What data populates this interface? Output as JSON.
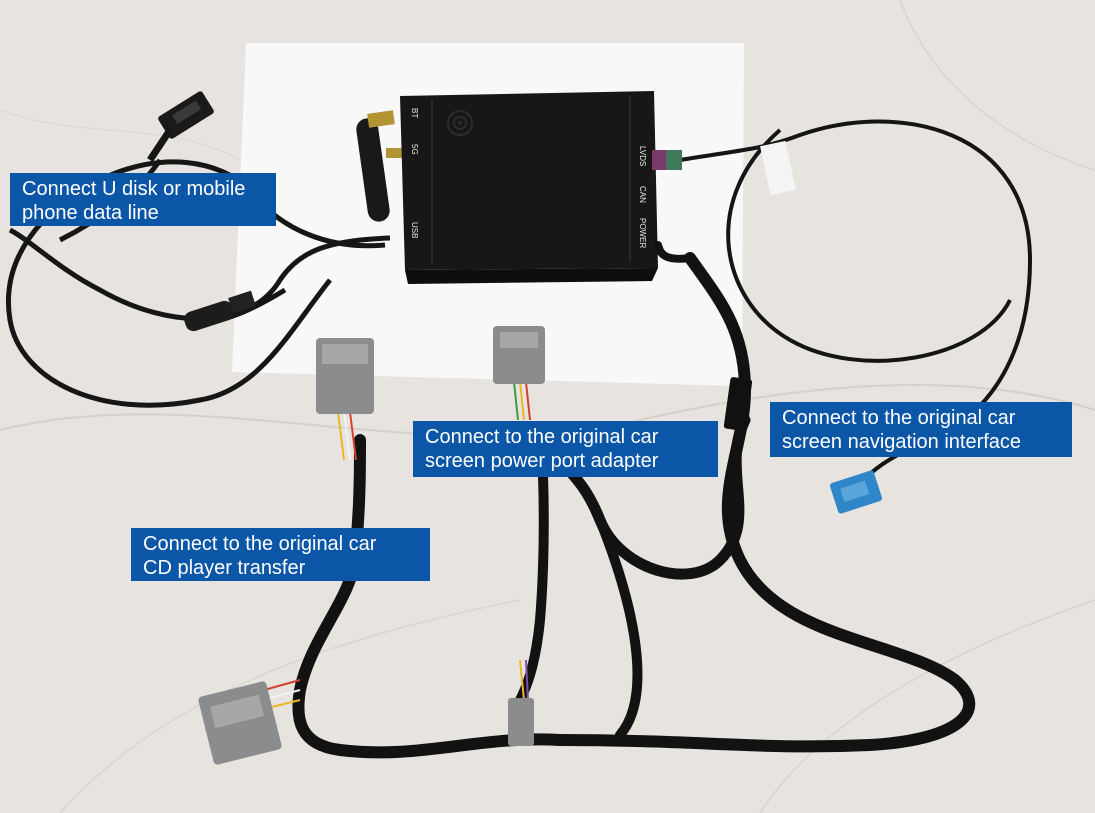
{
  "colors": {
    "label_bg": "#0b56a6",
    "label_text": "#ffffff",
    "cable": "#141414",
    "device": "#141414",
    "connector_gray": "#8a8c8e",
    "connector_blue": "#2f86c9"
  },
  "device": {
    "ports": {
      "bt": "BT",
      "five_g": "5G",
      "usb": "USB",
      "lvds": "LVDS",
      "can": "CAN",
      "power": "POWER"
    },
    "icon": "wireless-icon"
  },
  "labels": {
    "usb": {
      "line1": "Connect U disk or mobile",
      "line2": "phone data line"
    },
    "power": {
      "line1": "Connect to the original car",
      "line2": "screen power port adapter"
    },
    "nav": {
      "line1": "Connect to the original car",
      "line2": "screen navigation interface"
    },
    "cd": {
      "line1": "Connect to the original car",
      "line2": "CD player transfer"
    }
  }
}
